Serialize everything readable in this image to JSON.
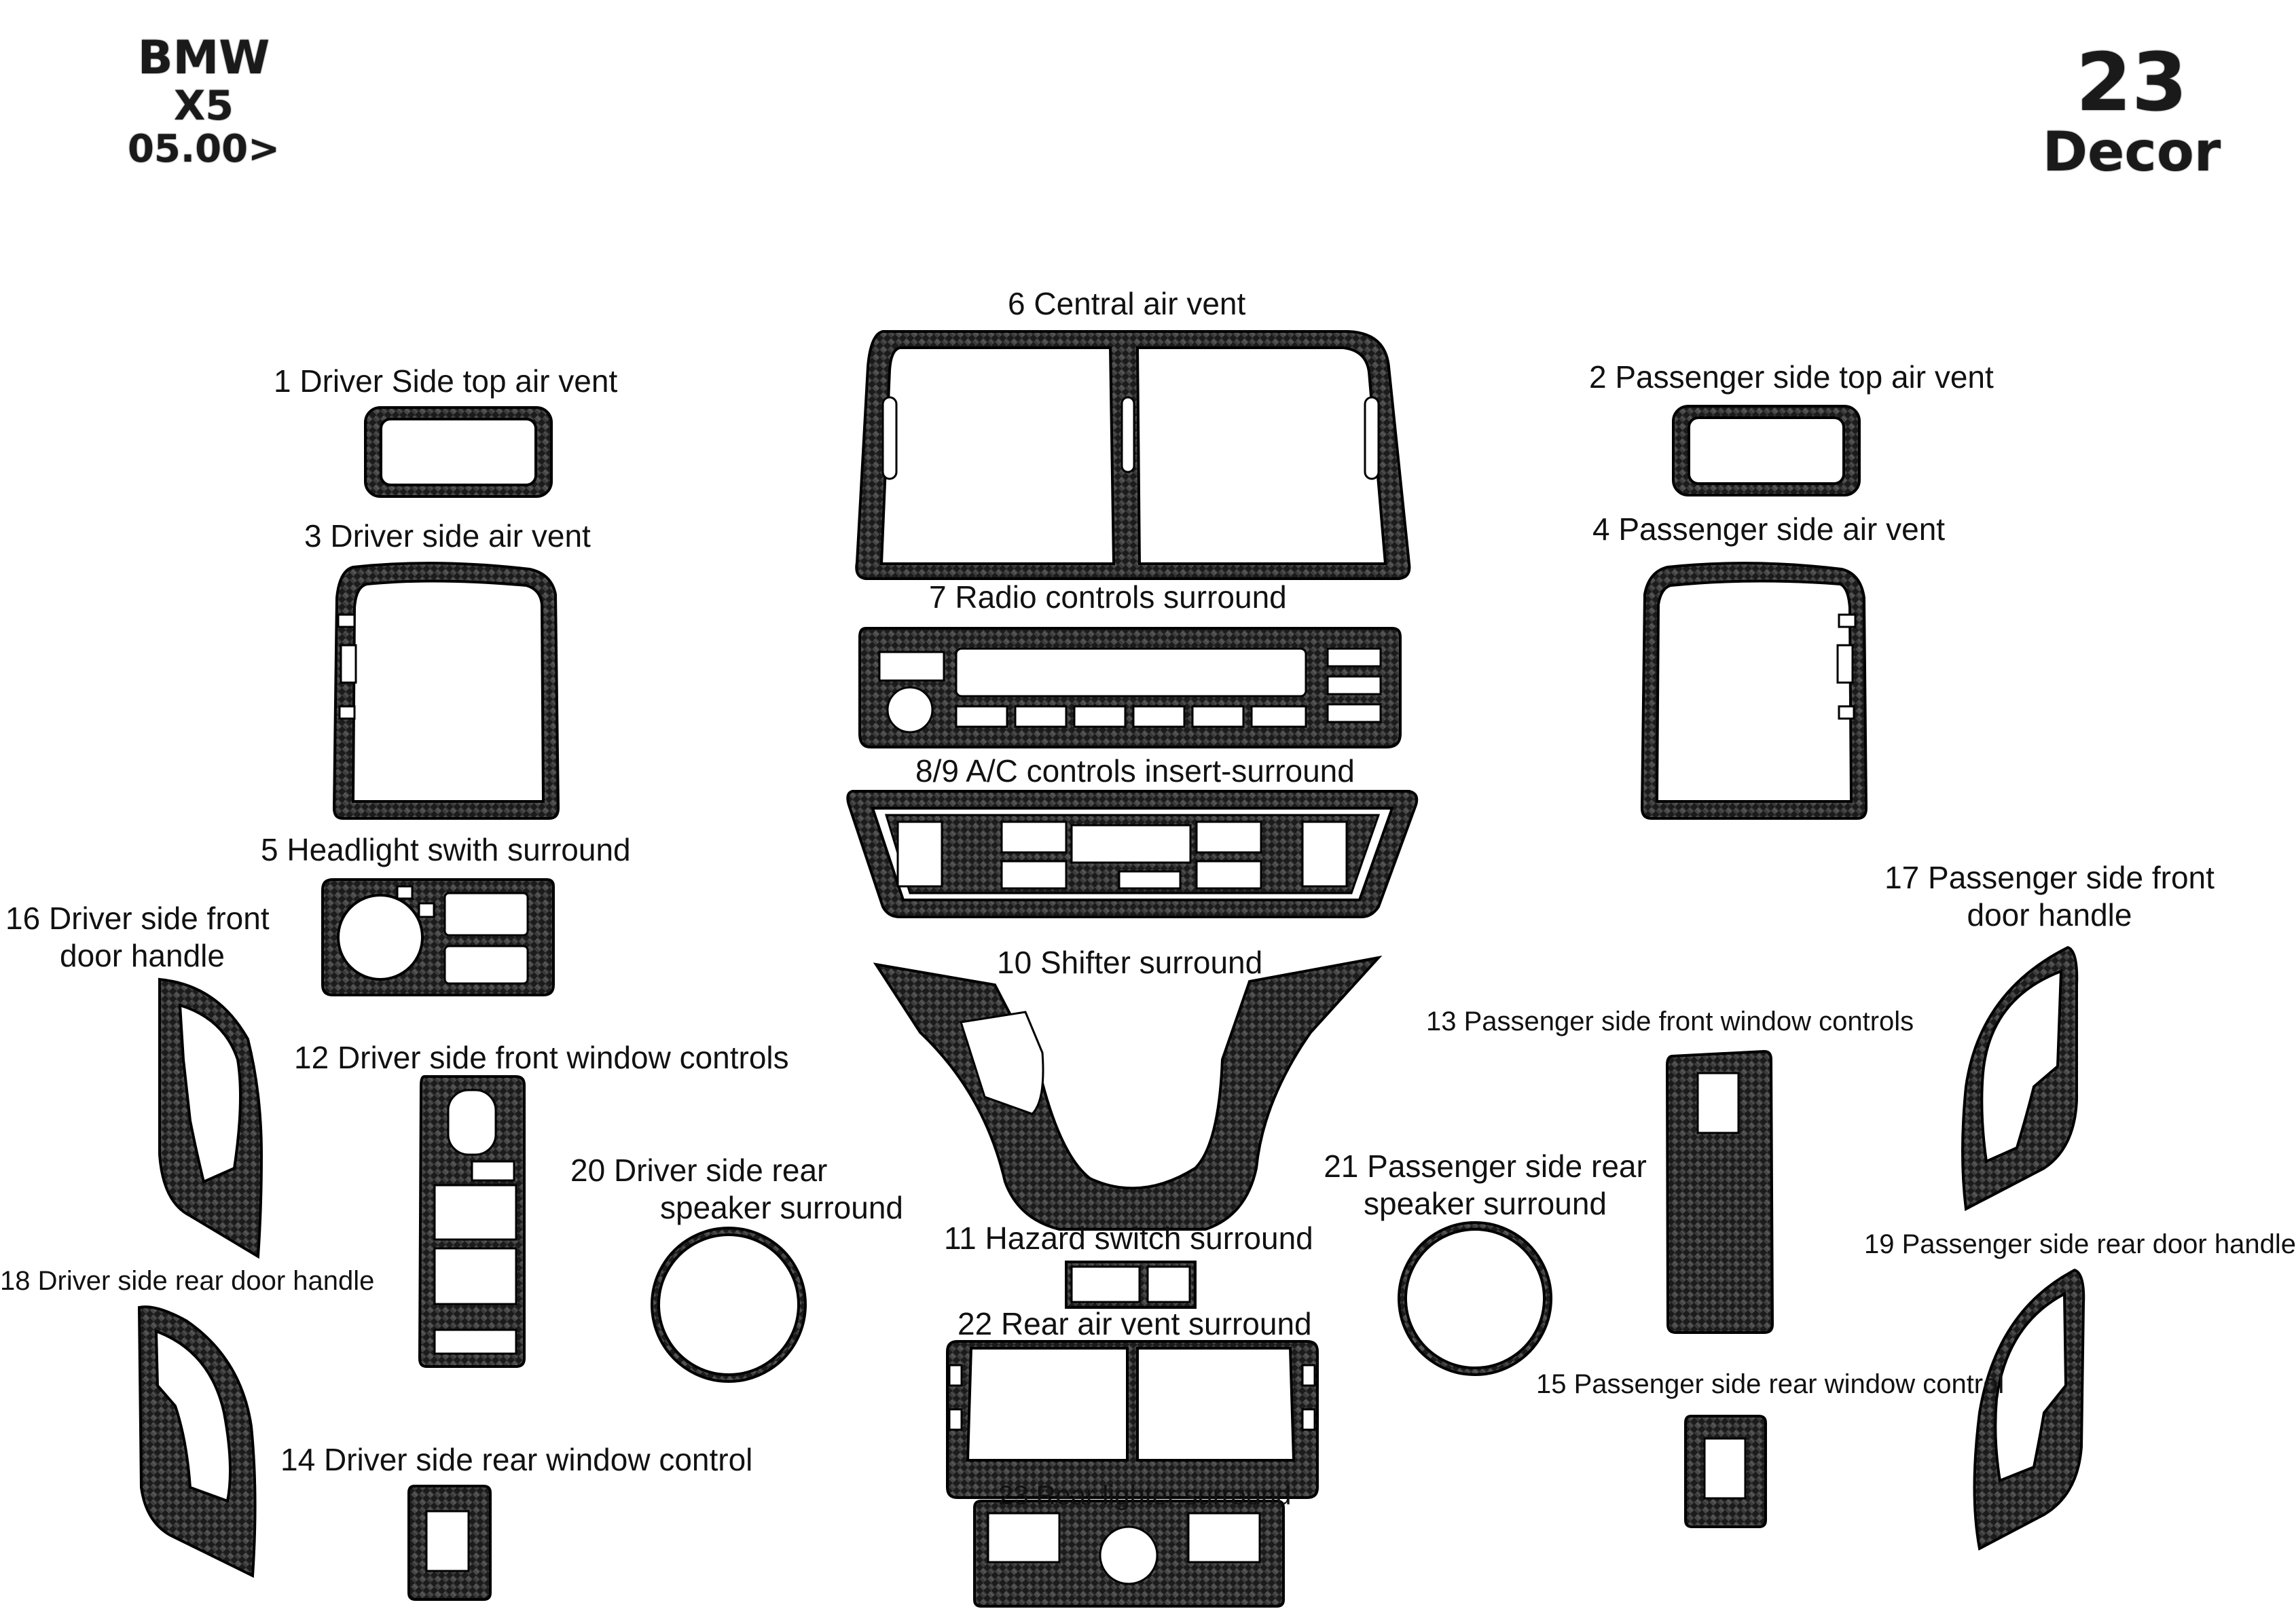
{
  "header": {
    "make": "BMW",
    "model": "X5",
    "year": "05.00>",
    "piece_count": "23",
    "product": "Decor"
  },
  "colors": {
    "carbon_dark": "#1b1b1b",
    "carbon_light": "#4a4a4a",
    "outline": "#000000",
    "background": "#ffffff"
  },
  "labels": {
    "p1": "1  Driver Side top air vent",
    "p2": "2  Passenger side top air vent",
    "p3": "3  Driver side air vent",
    "p4": "4  Passenger side air vent",
    "p5": "5  Headlight swith surround",
    "p6": "6  Central air vent",
    "p7": "7  Radio controls surround",
    "p89": "8/9  A/C controls insert-surround",
    "p10": "10 Shifter surround",
    "p11": "11 Hazard switch surround",
    "p12": "12 Driver side front window controls",
    "p13": "13  Passenger side front window controls",
    "p14": "14 Driver side rear window control",
    "p15": "15 Passenger side rear window control",
    "p16_l1": "16  Driver side front",
    "p16_l2": "door handle",
    "p17_l1": "17  Passenger side front",
    "p17_l2": "door handle",
    "p18": "18  Driver side rear door handle",
    "p19": "19  Passenger side rear door handle",
    "p20_l1": "20 Driver side rear",
    "p20_l2": "speaker surround",
    "p21_l1": "21 Passenger side rear",
    "p21_l2": "speaker surround",
    "p22": "22 Rear air vent surround",
    "p23": "23 Rear lighter surround"
  }
}
